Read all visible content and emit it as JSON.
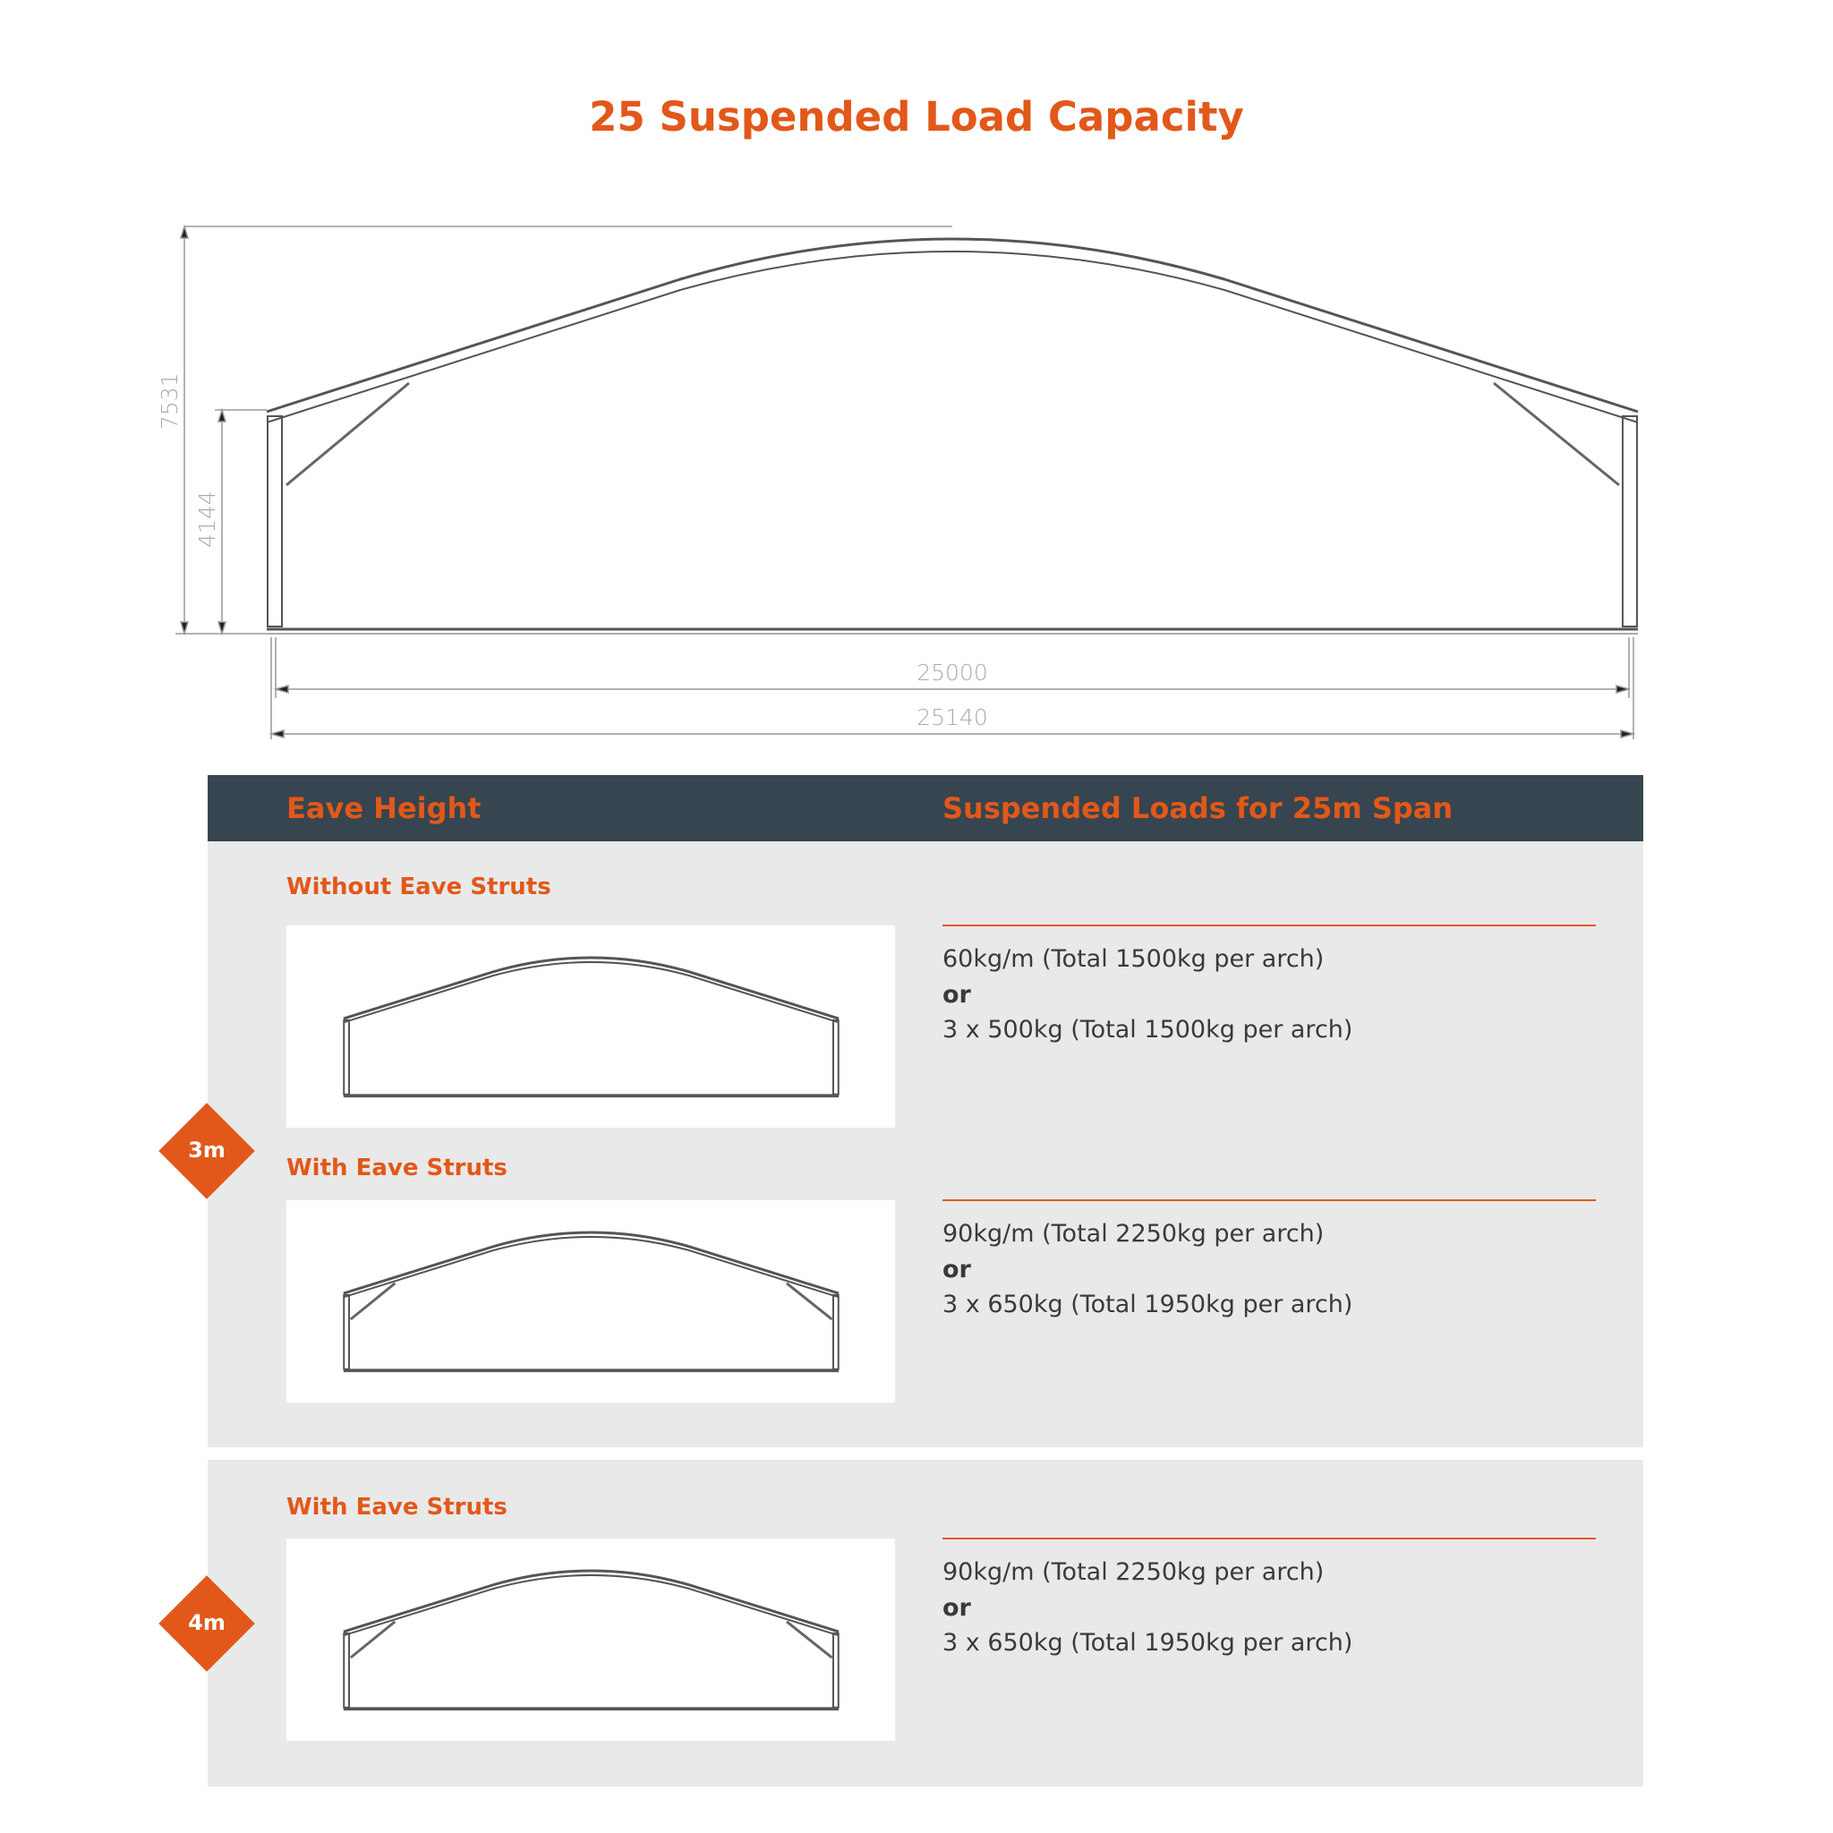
{
  "title": "25 Suspended Load Capacity",
  "drawing": {
    "overall_height": "7531",
    "eave_height": "4144",
    "span_inner": "25000",
    "span_outer": "25140"
  },
  "table": {
    "header": {
      "col1": "Eave Height",
      "col2": "Suspended Loads for 25m Span"
    },
    "groups": [
      {
        "eave_height": "3m",
        "rows": [
          {
            "label": "Without Eave Struts",
            "line1": "60kg/m (Total 1500kg per arch)",
            "or": "or",
            "line2": "3 x 500kg (Total 1500kg per arch)"
          },
          {
            "label": "With Eave Struts",
            "line1": "90kg/m (Total 2250kg per arch)",
            "or": "or",
            "line2": "3 x 650kg (Total 1950kg per arch)"
          }
        ]
      },
      {
        "eave_height": "4m",
        "rows": [
          {
            "label": "With Eave Struts",
            "line1": "90kg/m (Total 2250kg per arch)",
            "or": "or",
            "line2": "3 x 650kg (Total 1950kg per arch)"
          }
        ]
      }
    ]
  },
  "colors": {
    "accent": "#e2581a",
    "header_bg": "#36454f",
    "panel_bg": "#e9e9e9"
  }
}
